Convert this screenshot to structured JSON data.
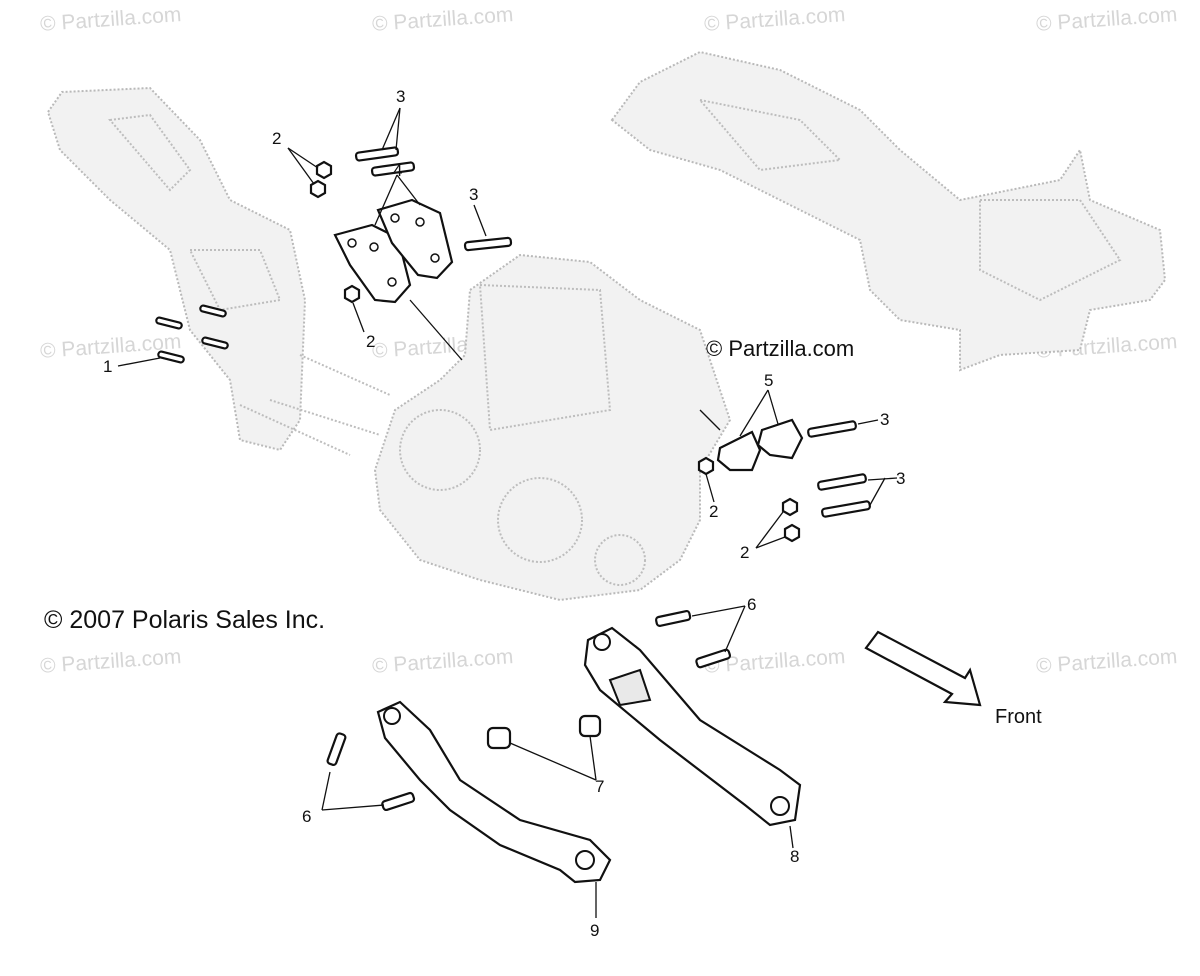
{
  "watermarks": [
    "© Partzilla.com"
  ],
  "copyright": "© 2007 Polaris Sales Inc.",
  "partzilla_mark": "© Partzilla.com",
  "front_label": "Front",
  "callouts": {
    "c1": "1",
    "c2a": "2",
    "c2b": "2",
    "c2c": "2",
    "c2d": "2",
    "c3a": "3",
    "c3b": "3",
    "c3c": "3",
    "c3d": "3",
    "c4": "4",
    "c5": "5",
    "c6a": "6",
    "c6b": "6",
    "c7": "7",
    "c8": "8",
    "c9": "9"
  }
}
